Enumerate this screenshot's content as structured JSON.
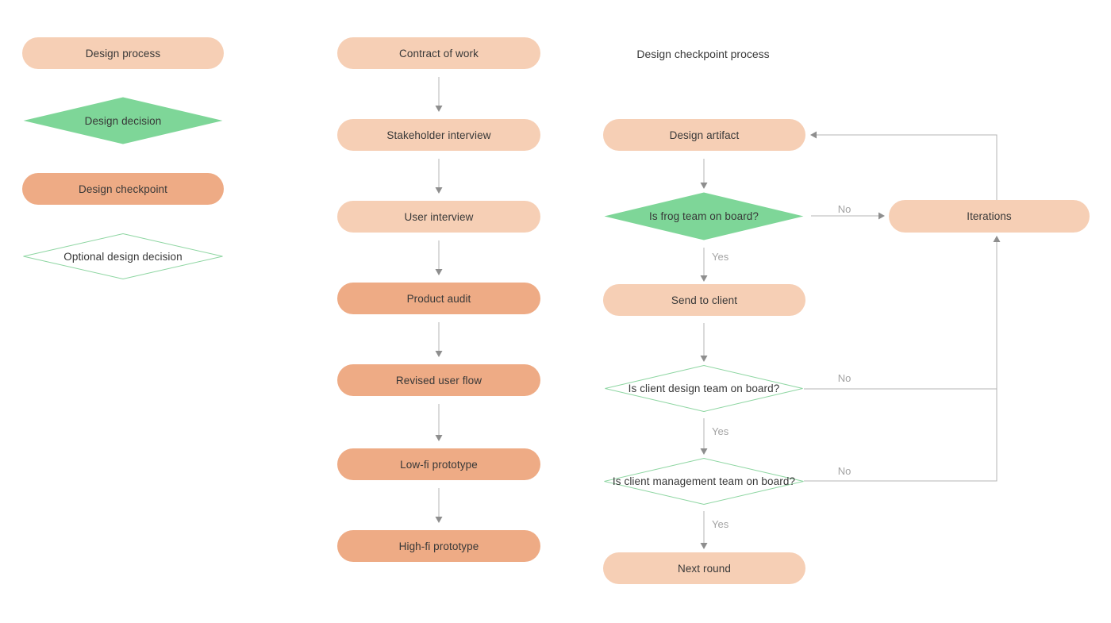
{
  "colors": {
    "process_fill": "#f6cfb5",
    "checkpoint_fill": "#eeab85",
    "decision_fill": "#7ed698",
    "optional_decision_stroke": "#8ed6a2",
    "connector_line": "#b4b4b4",
    "arrowhead": "#8e8e8e",
    "edge_label_text": "#a3a3a3",
    "node_text": "#383838"
  },
  "legend": {
    "items": [
      {
        "label": "Design process"
      },
      {
        "label": "Design decision"
      },
      {
        "label": "Design checkpoint"
      },
      {
        "label": "Optional design decision"
      }
    ]
  },
  "design_process_flow": {
    "steps": [
      {
        "label": "Contract of work"
      },
      {
        "label": "Stakeholder interview"
      },
      {
        "label": "User interview"
      },
      {
        "label": "Product audit"
      },
      {
        "label": "Revised user flow"
      },
      {
        "label": "Low-fi prototype"
      },
      {
        "label": "High-fi prototype"
      }
    ]
  },
  "checkpoint_flow": {
    "title": "Design checkpoint process",
    "nodes": {
      "design_artifact": "Design artifact",
      "frog_team_decision": "Is frog team on board?",
      "send_to_client": "Send to client",
      "client_design_decision": "Is client design team on board?",
      "client_management_decision": "Is client management team on board?",
      "next_round": "Next round",
      "iterations": "Iterations"
    },
    "edge_labels": {
      "yes": "Yes",
      "no": "No"
    }
  }
}
